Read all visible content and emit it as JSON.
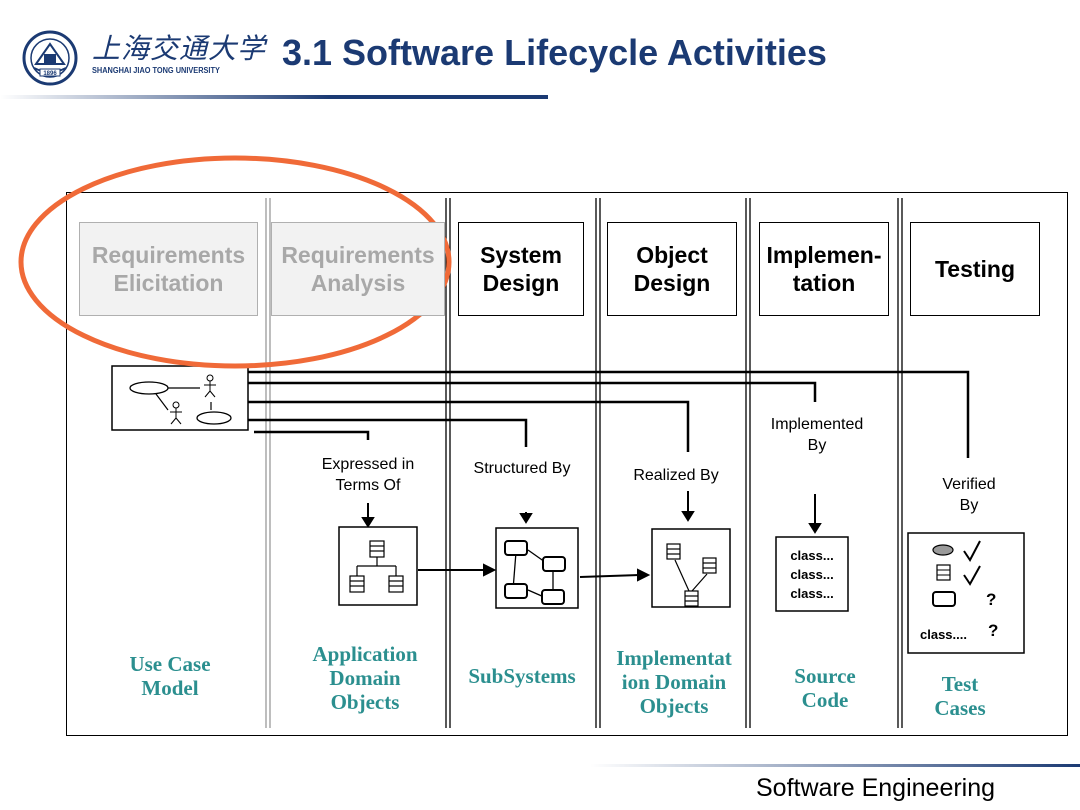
{
  "header": {
    "logo_cn": "上海交通大学",
    "logo_en": "SHANGHAI JIAO TONG UNIVERSITY",
    "logo_year": "1896",
    "title": "3.1 Software Lifecycle Activities"
  },
  "phases": [
    {
      "label": "Requirements\nElicitation",
      "highlighted": true
    },
    {
      "label": "Requirements\nAnalysis",
      "highlighted": true
    },
    {
      "label": "System\nDesign",
      "highlighted": false
    },
    {
      "label": "Object\nDesign",
      "highlighted": false
    },
    {
      "label": "Implemen-\ntation",
      "highlighted": false
    },
    {
      "label": "Testing",
      "highlighted": false
    }
  ],
  "relations": {
    "expressed": "Expressed in\nTerms Of",
    "structured": "Structured By",
    "realized": "Realized By",
    "implemented": "Implemented\nBy",
    "verified": "Verified\nBy"
  },
  "products": {
    "use_case": "Use Case\nModel",
    "app_domain": "Application\nDomain\nObjects",
    "subsystems": "SubSystems",
    "impl_domain": "Implementat\nion Domain\nObjects",
    "source_code": "Source\nCode",
    "test_cases": "Test\nCases"
  },
  "source_code_lines": [
    "class...",
    "class...",
    "class..."
  ],
  "test_box": {
    "q1": "?",
    "class_line": "class....",
    "q2": "?"
  },
  "footer": "Software Engineering",
  "colors": {
    "title": "#1b3a73",
    "product_label": "#2b8f8f",
    "highlight_ellipse": "#f06a38",
    "dimmed_phase_text": "#a8a8a8"
  }
}
